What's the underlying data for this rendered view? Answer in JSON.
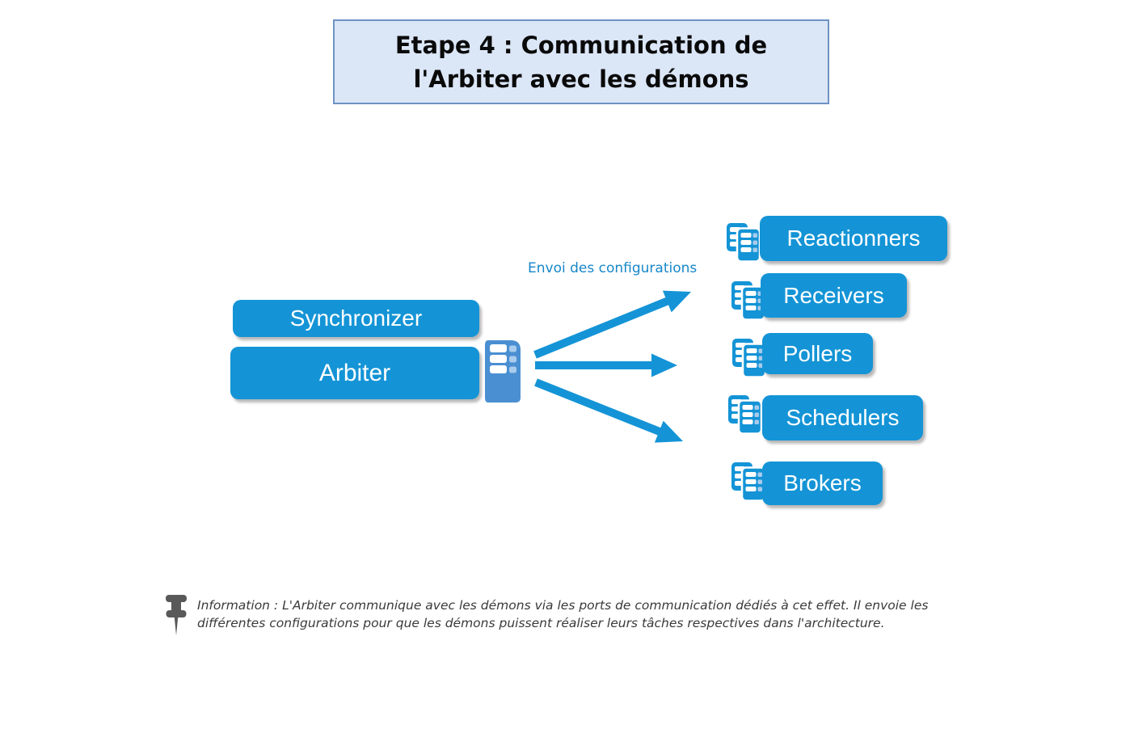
{
  "title": {
    "line1": "Etape 4 : Communication de",
    "line2": "l'Arbiter avec les démons"
  },
  "left_nodes": {
    "synchronizer": "Synchronizer",
    "arbiter": "Arbiter"
  },
  "flow_label": "Envoi des configurations",
  "daemons": [
    {
      "id": "reactionners",
      "label": "Reactionners"
    },
    {
      "id": "receivers",
      "label": "Receivers"
    },
    {
      "id": "pollers",
      "label": "Pollers"
    },
    {
      "id": "schedulers",
      "label": "Schedulers"
    },
    {
      "id": "brokers",
      "label": "Brokers"
    }
  ],
  "note": {
    "line1": "Information : L'Arbiter communique avec les démons via les ports de communication dédiés à cet effet. Il envoie les",
    "line2": "différentes configurations pour que les démons puissent réaliser leurs tâches respectives dans l'architecture."
  },
  "colors": {
    "button_blue": "#1494d6",
    "title_bg": "#dbe6f6",
    "title_border": "#6e93c4",
    "label_blue": "#1787c9",
    "server_blue": "#4a8fd2",
    "server_slot": "#a9cbec",
    "note_gray": "#3a3a3a",
    "pin_gray": "#595959"
  },
  "icons": {
    "server": "server-tower-icon",
    "daemon": "config-documents-icon",
    "note": "pushpin-icon"
  }
}
